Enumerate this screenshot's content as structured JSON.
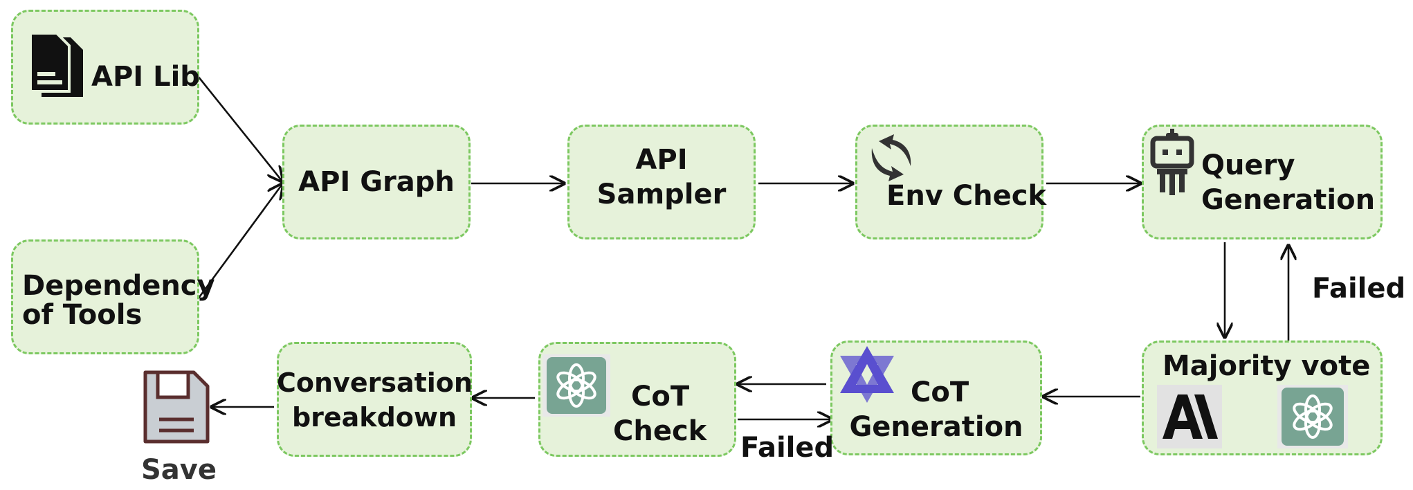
{
  "nodes": {
    "api_lib": "API Lib",
    "dependency_line1": "Dependency",
    "dependency_line2": "of Tools",
    "api_graph": "API Graph",
    "api_sampler_line1": "API",
    "api_sampler_line2": "Sampler",
    "env_check": "Env Check",
    "query_gen_line1": "Query",
    "query_gen_line2": "Generation",
    "majority_vote": "Majority vote",
    "cot_gen_line1": "CoT",
    "cot_gen_line2": "Generation",
    "cot_check_line1": "CoT",
    "cot_check_line2": "Check",
    "conversation_line1": "Conversation",
    "conversation_line2": "breakdown"
  },
  "edge_labels": {
    "failed_query": "Failed",
    "failed_cot": "Failed"
  },
  "save_label": "Save",
  "icons": {
    "api_lib": "document-icon",
    "env_check": "refresh-arrows-icon",
    "query_gen": "robot-icon",
    "majority_vote_1": "anthropic-logo-icon",
    "majority_vote_2": "openai-logo-icon",
    "cot_gen": "qwen-logo-icon",
    "cot_check": "openai-logo-icon",
    "save": "floppy-disk-icon"
  },
  "colors": {
    "box_fill": "#e6f2da",
    "box_border": "#7cc860",
    "openai_bg": "#78a493",
    "qwen": "#5a4fcf"
  }
}
